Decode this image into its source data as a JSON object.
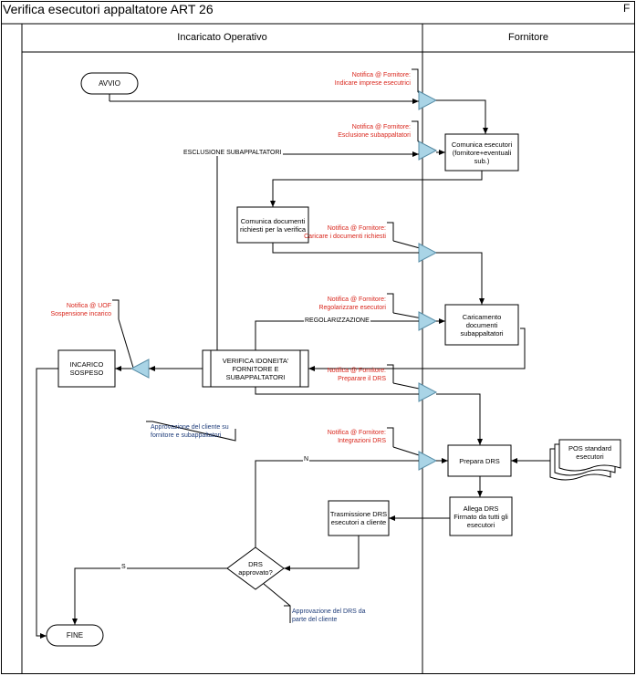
{
  "header": {
    "title": "Verifica esecutori appaltatore ART 26",
    "corner": "F"
  },
  "lanes": {
    "left": "Incaricato Operativo",
    "right": "Fornitore"
  },
  "terminals": {
    "start": "AVVIO",
    "end": "FINE"
  },
  "processes": {
    "comunica_esecutori": [
      "Comunica esecutori",
      "(fornitore+eventuali",
      "sub.)"
    ],
    "comunica_documenti": [
      "Comunica documenti",
      "richiesti per la verifica"
    ],
    "caricamento": [
      "Caricamento",
      "documenti",
      "subappaltatori"
    ],
    "verifica": [
      "VERIFICA IDONEITA'",
      "FORNITORE E",
      "SUBAPPALTATORI"
    ],
    "incarico_sospeso": [
      "INCARICO",
      "SOSPESO"
    ],
    "prepara_drs": [
      "Prepara DRS"
    ],
    "allega_drs": [
      "Allega DRS",
      "Firmato da tutti gli",
      "esecutori"
    ],
    "trasmissione": [
      "Trasmissione DRS",
      "esecutori a cliente"
    ],
    "decision": [
      "DRS",
      "approvato?"
    ],
    "pos": [
      "POS standard",
      "esecutori"
    ]
  },
  "notes": {
    "n1": [
      "Notifica @ Fornitore:",
      "Indicare imprese esecutrici"
    ],
    "n2": [
      "Notifica @ Fornitore:",
      "Esclusione subappaltatori"
    ],
    "n3": [
      "Notifica @ Fornitore:",
      "Caricare i documenti richiesti"
    ],
    "n4": [
      "Notifica @ Fornitore:",
      "Regolarizzare esecutori"
    ],
    "n5": [
      "Notifica @ Fornitore:",
      "Preparare il DRS"
    ],
    "n6": [
      "Notifica @ Fornitore:",
      "Integrazioni DRS"
    ],
    "n7": [
      "Notifica @ UOF",
      "Sospensione incarico"
    ],
    "b1": [
      "Approvazione del cliente su",
      "fornitore e subappaltatori"
    ],
    "b2": [
      "Approvazione del DRS da",
      "parte del cliente"
    ]
  },
  "edge_labels": {
    "esclusione": "ESCLUSIONE SUBAPPALTATORI",
    "regolarizzazione": "REGOLARIZZAZIONE",
    "no": "N",
    "si": "S"
  },
  "colors": {
    "note_red": "#d9261c",
    "note_blue": "#1f3d7a",
    "triangle_fill": "#a9d4e6",
    "triangle_stroke": "#5a8fa8"
  }
}
